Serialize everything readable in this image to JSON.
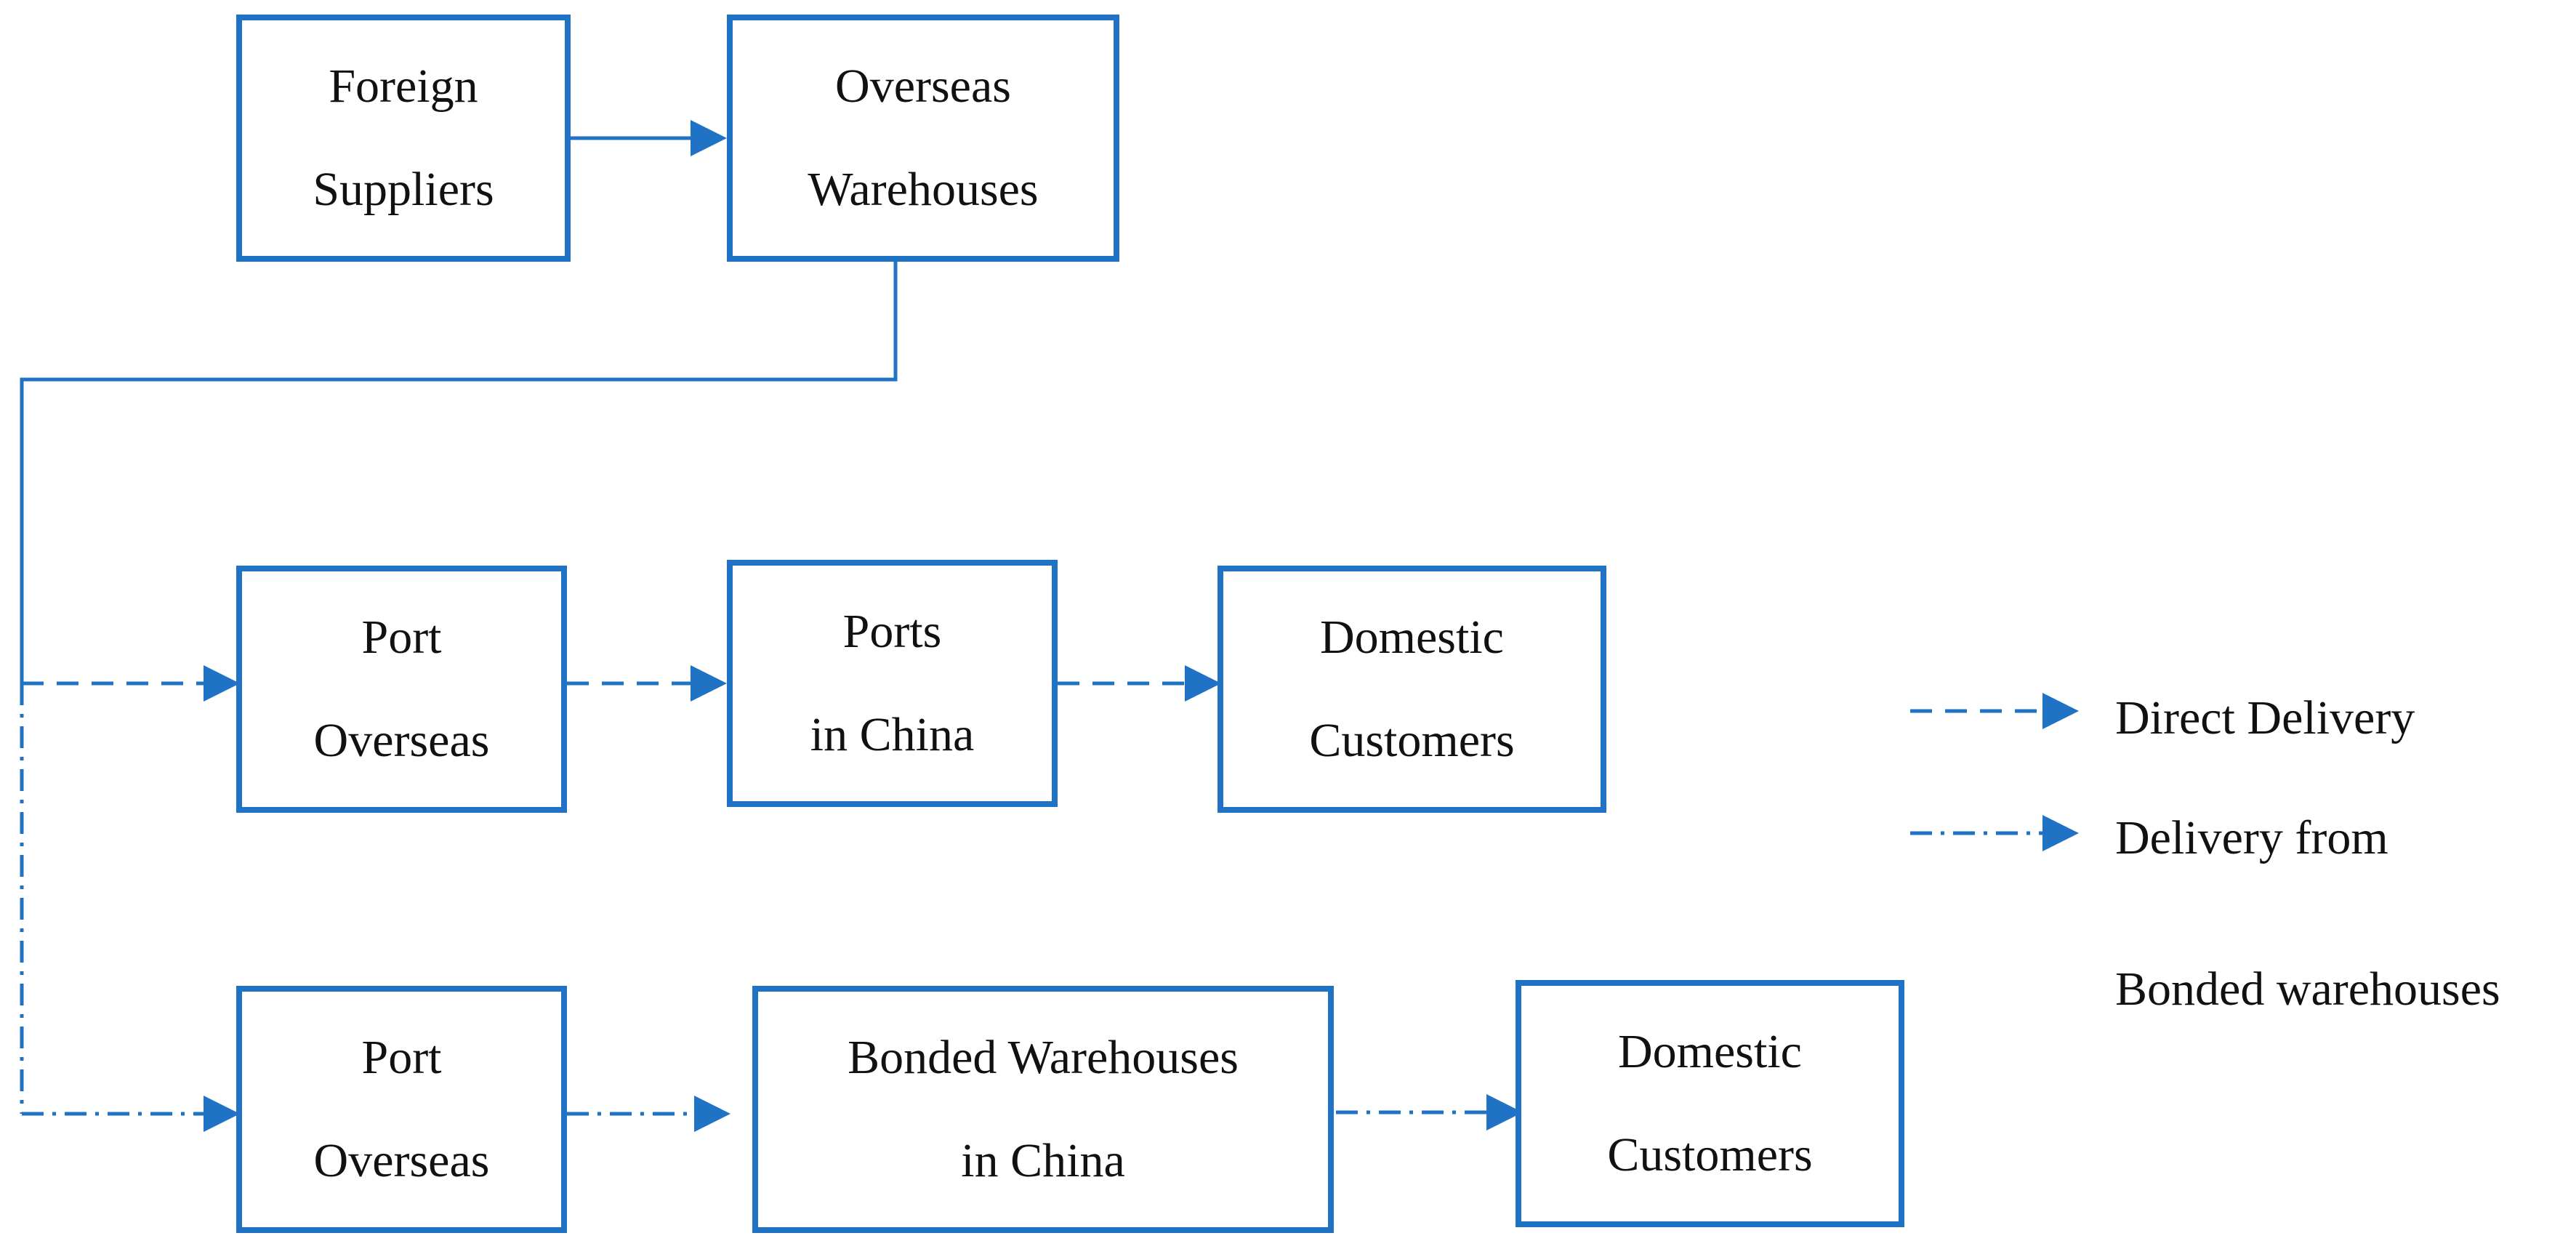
{
  "colors": {
    "accent": "#1f72c4"
  },
  "nodes": {
    "foreign_suppliers": {
      "line1": "Foreign",
      "line2": "Suppliers"
    },
    "overseas_warehouses": {
      "line1": "Overseas",
      "line2": "Warehouses"
    },
    "port_overseas_direct": {
      "line1": "Port",
      "line2": "Overseas"
    },
    "ports_in_china": {
      "line1": "Ports",
      "line2": "in China"
    },
    "domestic_customers_direct": {
      "line1": "Domestic",
      "line2": "Customers"
    },
    "port_overseas_bonded": {
      "line1": "Port",
      "line2": "Overseas"
    },
    "bonded_warehouses_in_china": {
      "line1": "Bonded Warehouses",
      "line2": "in China"
    },
    "domestic_customers_bonded": {
      "line1": "Domestic",
      "line2": "Customers"
    }
  },
  "legend": {
    "direct_delivery": "Direct Delivery",
    "bonded_line1": "Delivery from",
    "bonded_line2": "Bonded warehouses"
  }
}
